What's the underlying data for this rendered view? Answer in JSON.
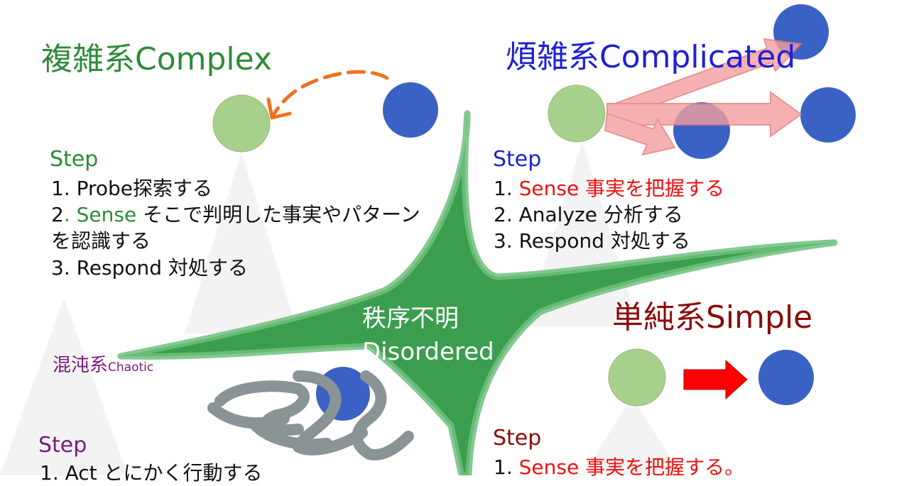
{
  "colors": {
    "complex": "#2e8b3a",
    "complicated": "#1f1fd6",
    "simple": "#8b0a0a",
    "chaotic": "#7a1a7a",
    "highlight": "#ee1111",
    "center_fill": "#3a9e4e",
    "circle_green": "#a8d08d",
    "circle_blue": "#3a62c4",
    "arrow_orange": "#f07020",
    "arrow_pink": "#f4a0a0",
    "arrow_red": "#ff0000",
    "scribble": "#8a9395"
  },
  "complex": {
    "title": "複雑系Complex",
    "step_label": "Step",
    "steps": {
      "s1": "1. Probe探索する",
      "s2_num": "2",
      "s2_dot": ".",
      "s2_key": " Sense",
      "s2_rest": " そこで判明した事実やパターン",
      "s2_cont": "を認識する",
      "s3": "3. Respond 対処する"
    }
  },
  "complicated": {
    "title": "煩雑系Complicated",
    "step_label": "Step",
    "steps": {
      "s1_num": "1. ",
      "s1_key": "Sense 事実を把握する",
      "s2": "2. Analyze 分析する",
      "s3": "3. Respond 対処する"
    }
  },
  "disordered": {
    "line1": "秩序不明",
    "line2": "Disordered"
  },
  "simple": {
    "title": "単純系Simple",
    "step_label": "Step",
    "steps": {
      "s1_num": "1. ",
      "s1_key": "Sense 事実を把握する。"
    }
  },
  "chaotic": {
    "title_jp": "混沌系",
    "title_en": "Chaotic",
    "step_label": "Step",
    "steps": {
      "s1": "1. Act とにかく行動する"
    }
  }
}
